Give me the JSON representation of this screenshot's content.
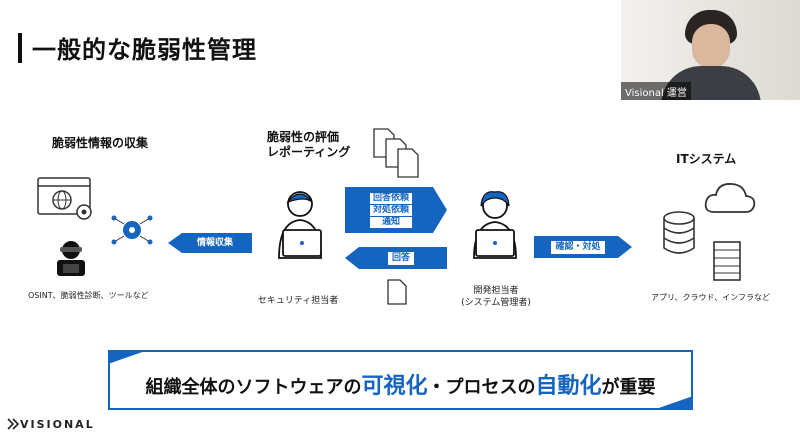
{
  "slide": {
    "title": "一般的な脆弱性管理",
    "sections": {
      "collection": "脆弱性情報の収集",
      "evaluation_line1": "脆弱性の評価",
      "evaluation_line2": "レポーティング",
      "it_system": "ITシステム"
    },
    "captions": {
      "sources": "OSINT、脆弱性診断、ツールなど",
      "security": "セキュリティ担当者",
      "dev_line1": "開発担当者",
      "dev_line2": "(システム管理者)",
      "infra": "アプリ、クラウド、インフラなど"
    },
    "arrows": {
      "collect": "情報収集",
      "request_line1": "回答依頼",
      "request_line2": "対処依頼",
      "request_line3": "通知",
      "answer": "回答",
      "confirm": "確認・対処"
    },
    "banner": {
      "part1": "組織全体のソフトウェアの",
      "hl1": "可視化",
      "part2": "・プロセスの",
      "hl2": "自動化",
      "part3": "が重要"
    },
    "logo": "VISIONAL"
  },
  "video": {
    "name": "Visional 運営"
  },
  "colors": {
    "accent": "#1565c0",
    "text": "#111111"
  }
}
